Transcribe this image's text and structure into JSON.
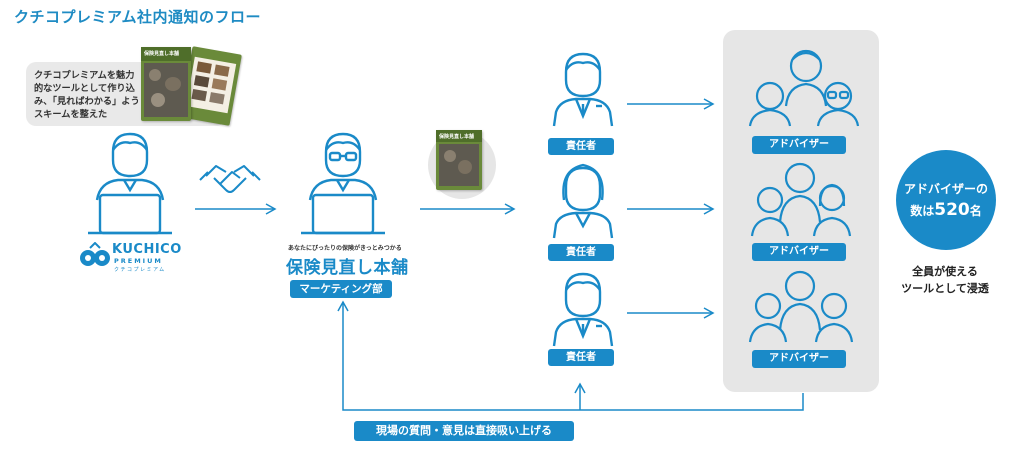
{
  "title": "クチコプレミアム社内通知のフロー",
  "bubble": {
    "text": "クチコプレミアムを魅力的なツールとして作り込み、「見ればわかる」ようスキームを整えた"
  },
  "book": {
    "title": "保険見直し本舗"
  },
  "logo": {
    "main": "KUCHICO",
    "sub": "PREMIUM",
    "kana": "クチコプレミアム"
  },
  "company": {
    "tagline": "あなたにぴったりの保険がきっとみつかる",
    "name": "保険見直し本舗",
    "dept": "マーケティング部"
  },
  "roles": {
    "manager": "責任者",
    "advisor": "アドバイザー"
  },
  "circle": {
    "line1": "アドバイザーの",
    "line2_prefix": "数は",
    "line2_number": "520",
    "line2_suffix": "名"
  },
  "side": {
    "line1": "全員が使える",
    "line2": "ツールとして浸透"
  },
  "feedback": {
    "label": "現場の質問・意見は直接吸い上げる"
  },
  "colors": {
    "accent": "#1a8ac8",
    "title": "#1e8bc3",
    "icon_stroke": "#1a8ac8",
    "panel": "#e6e6e6"
  }
}
